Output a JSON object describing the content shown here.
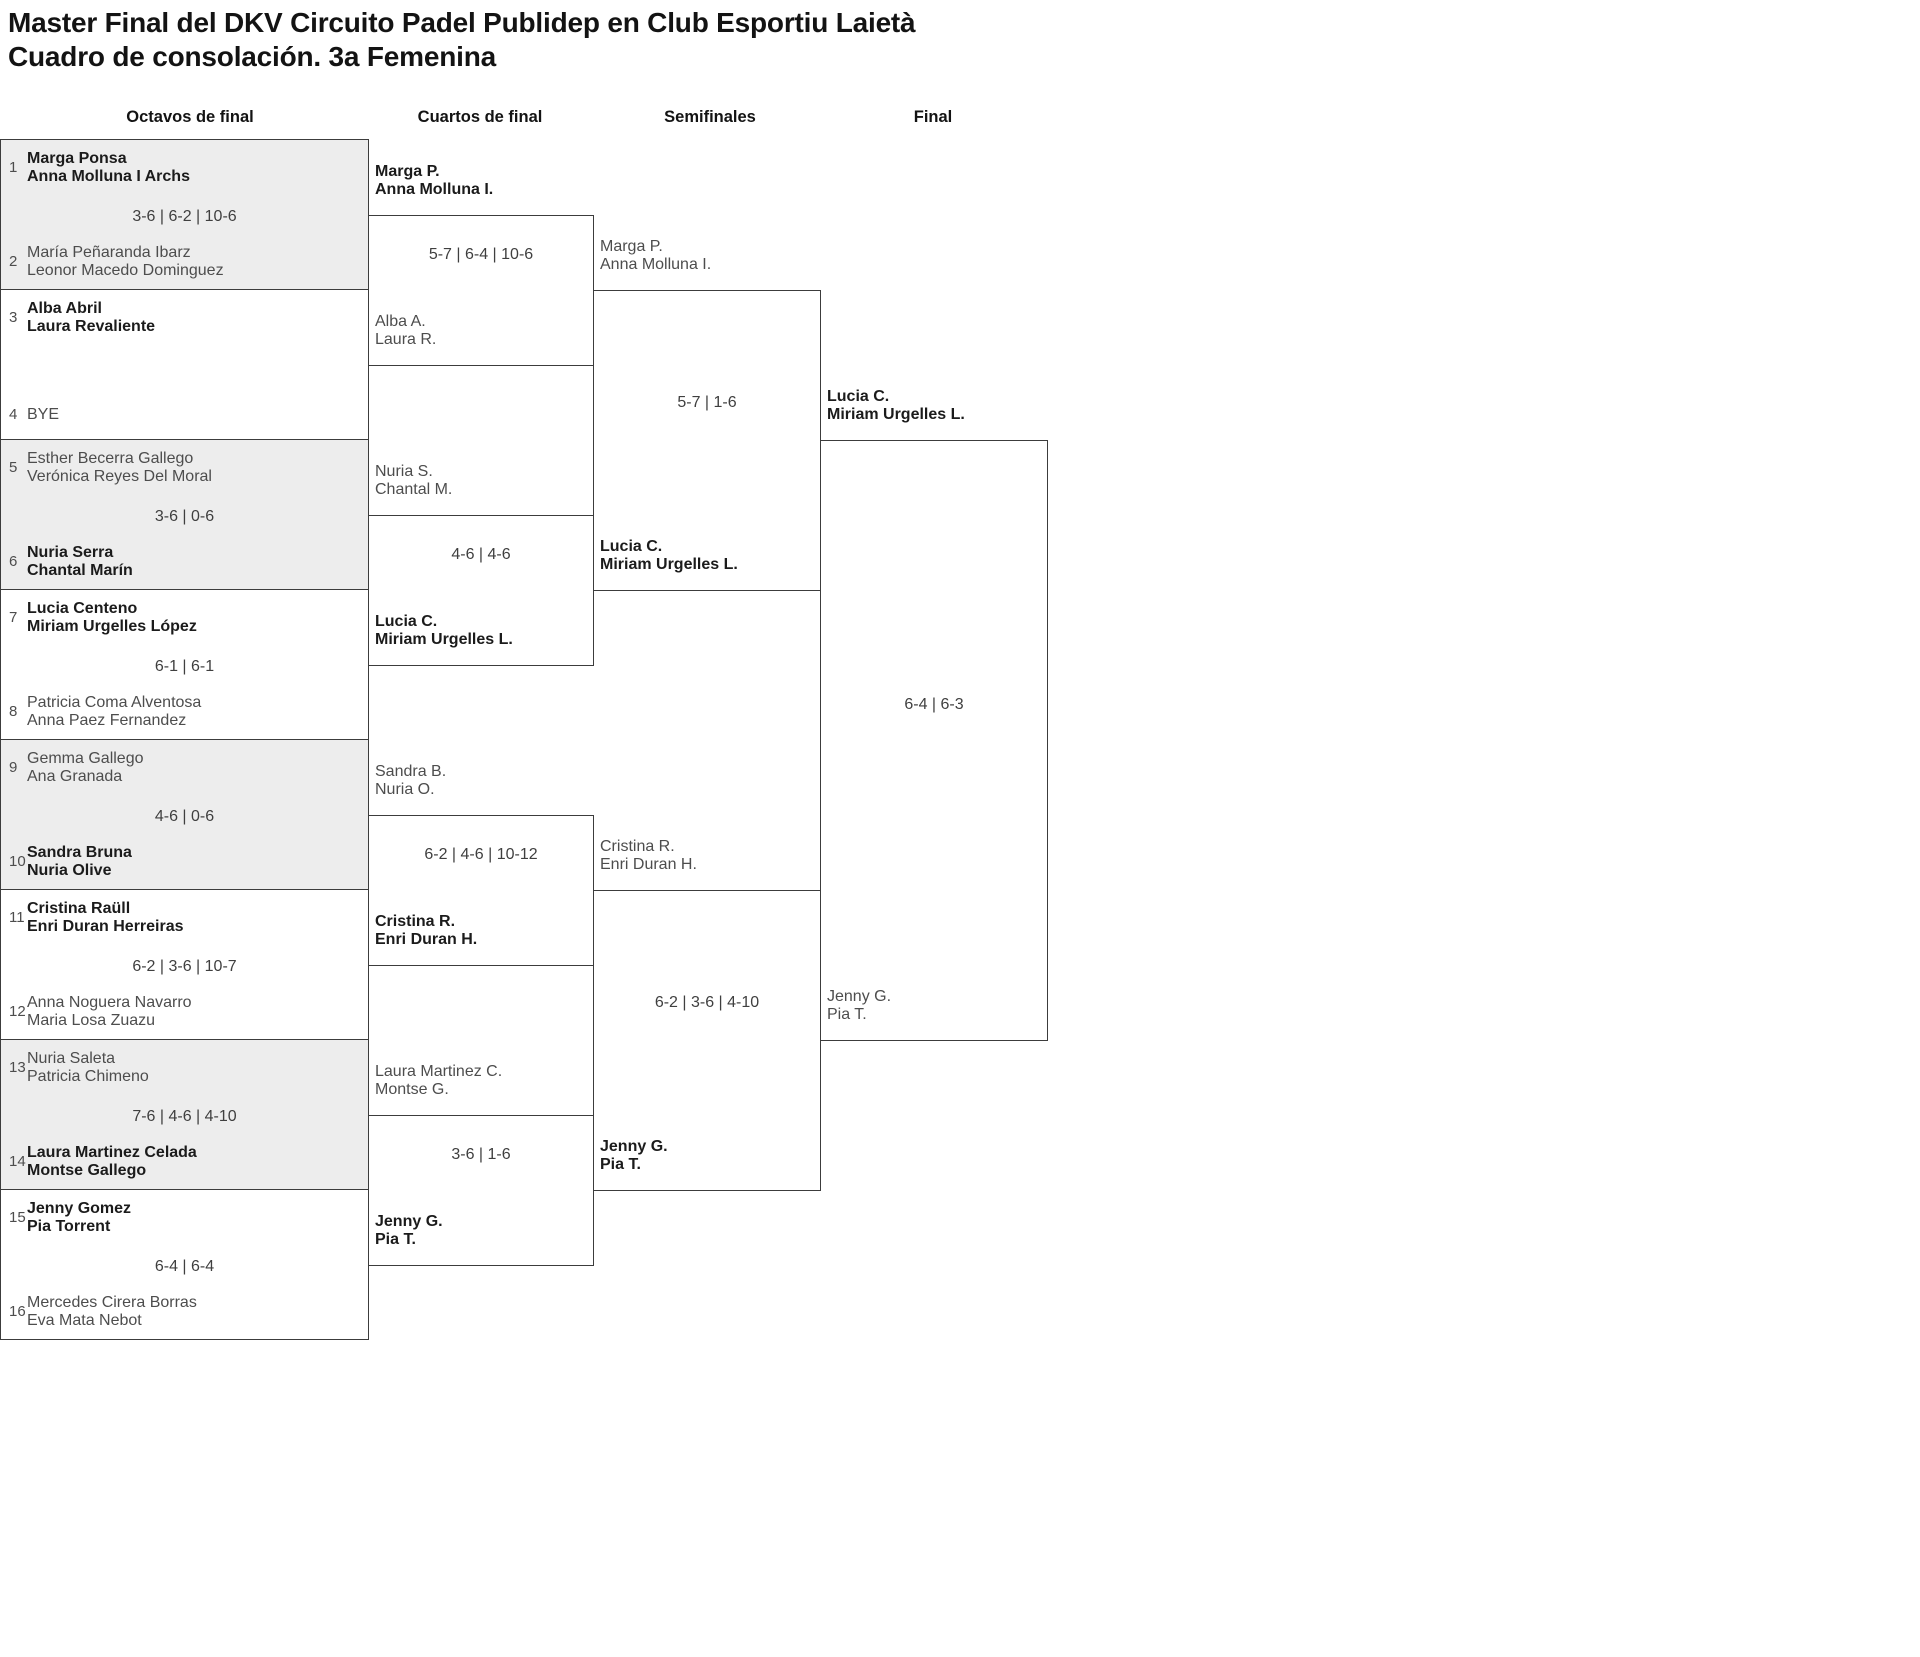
{
  "title": {
    "line1": "Master Final del DKV Circuito Padel Publidep en Club Esportiu Laietà",
    "line2": "Cuadro de consolación. 3a Femenina"
  },
  "headers": {
    "round1": "Octavos de final",
    "round2": "Cuartos de final",
    "round3": "Semifinales",
    "round4": "Final"
  },
  "octavos": [
    {
      "seed_top": "1",
      "top1": "Marga Ponsa",
      "top2": "Anna Molluna I Archs",
      "score": "3-6 | 6-2 | 10-6",
      "seed_bottom": "2",
      "bot1": "María Peñaranda Ibarz",
      "bot2": "Leonor Macedo Dominguez"
    },
    {
      "seed_top": "3",
      "top1": "Alba Abril",
      "top2": "Laura Revaliente",
      "score": "",
      "seed_bottom": "4",
      "bot1": "BYE"
    },
    {
      "seed_top": "5",
      "top1": "Esther Becerra Gallego",
      "top2": "Verónica Reyes Del Moral",
      "score": "3-6 | 0-6",
      "seed_bottom": "6",
      "bot1": "Nuria Serra",
      "bot2": "Chantal Marín"
    },
    {
      "seed_top": "7",
      "top1": "Lucia Centeno",
      "top2": "Miriam Urgelles López",
      "score": "6-1 | 6-1",
      "seed_bottom": "8",
      "bot1": "Patricia Coma Alventosa",
      "bot2": "Anna Paez Fernandez"
    },
    {
      "seed_top": "9",
      "top1": "Gemma Gallego",
      "top2": "Ana Granada",
      "score": "4-6 | 0-6",
      "seed_bottom": "10",
      "bot1": "Sandra Bruna",
      "bot2": "Nuria Olive"
    },
    {
      "seed_top": "11",
      "top1": "Cristina Raüll",
      "top2": "Enri Duran Herreiras",
      "score": "6-2 | 3-6 | 10-7",
      "seed_bottom": "12",
      "bot1": "Anna Noguera Navarro",
      "bot2": "Maria Losa Zuazu"
    },
    {
      "seed_top": "13",
      "top1": "Nuria Saleta",
      "top2": "Patricia Chimeno",
      "score": "7-6 | 4-6 | 4-10",
      "seed_bottom": "14",
      "bot1": "Laura Martinez Celada",
      "bot2": "Montse Gallego"
    },
    {
      "seed_top": "15",
      "top1": "Jenny Gomez",
      "top2": "Pia Torrent",
      "score": "6-4 | 6-4",
      "seed_bottom": "16",
      "bot1": "Mercedes Cirera Borras",
      "bot2": "Eva Mata Nebot"
    }
  ],
  "cuartos": [
    {
      "top1": "Marga P.",
      "top2": "Anna Molluna I.",
      "score": "5-7 | 6-4 | 10-6",
      "bot1": "Alba A.",
      "bot2": "Laura R."
    },
    {
      "top1": "Nuria S.",
      "top2": "Chantal M.",
      "score": "4-6 | 4-6",
      "bot1": "Lucia C.",
      "bot2": "Miriam Urgelles L."
    },
    {
      "top1": "Sandra B.",
      "top2": "Nuria O.",
      "score": "6-2 | 4-6 | 10-12",
      "bot1": "Cristina R.",
      "bot2": "Enri Duran H."
    },
    {
      "top1": "Laura Martinez C.",
      "top2": "Montse G.",
      "score": "3-6 | 1-6",
      "bot1": "Jenny G.",
      "bot2": "Pia T."
    }
  ],
  "semifinales": [
    {
      "top1": "Marga P.",
      "top2": "Anna Molluna I.",
      "score": "5-7 | 1-6",
      "bot1": "Lucia C.",
      "bot2": "Miriam Urgelles L."
    },
    {
      "top1": "Cristina R.",
      "top2": "Enri Duran H.",
      "score": "6-2 | 3-6 | 4-10",
      "bot1": "Jenny G.",
      "bot2": "Pia T."
    }
  ],
  "final": {
    "top1": "Lucia C.",
    "top2": "Miriam Urgelles L.",
    "score": "6-4 | 6-3",
    "bot1": "Jenny G.",
    "bot2": "Pia T."
  }
}
